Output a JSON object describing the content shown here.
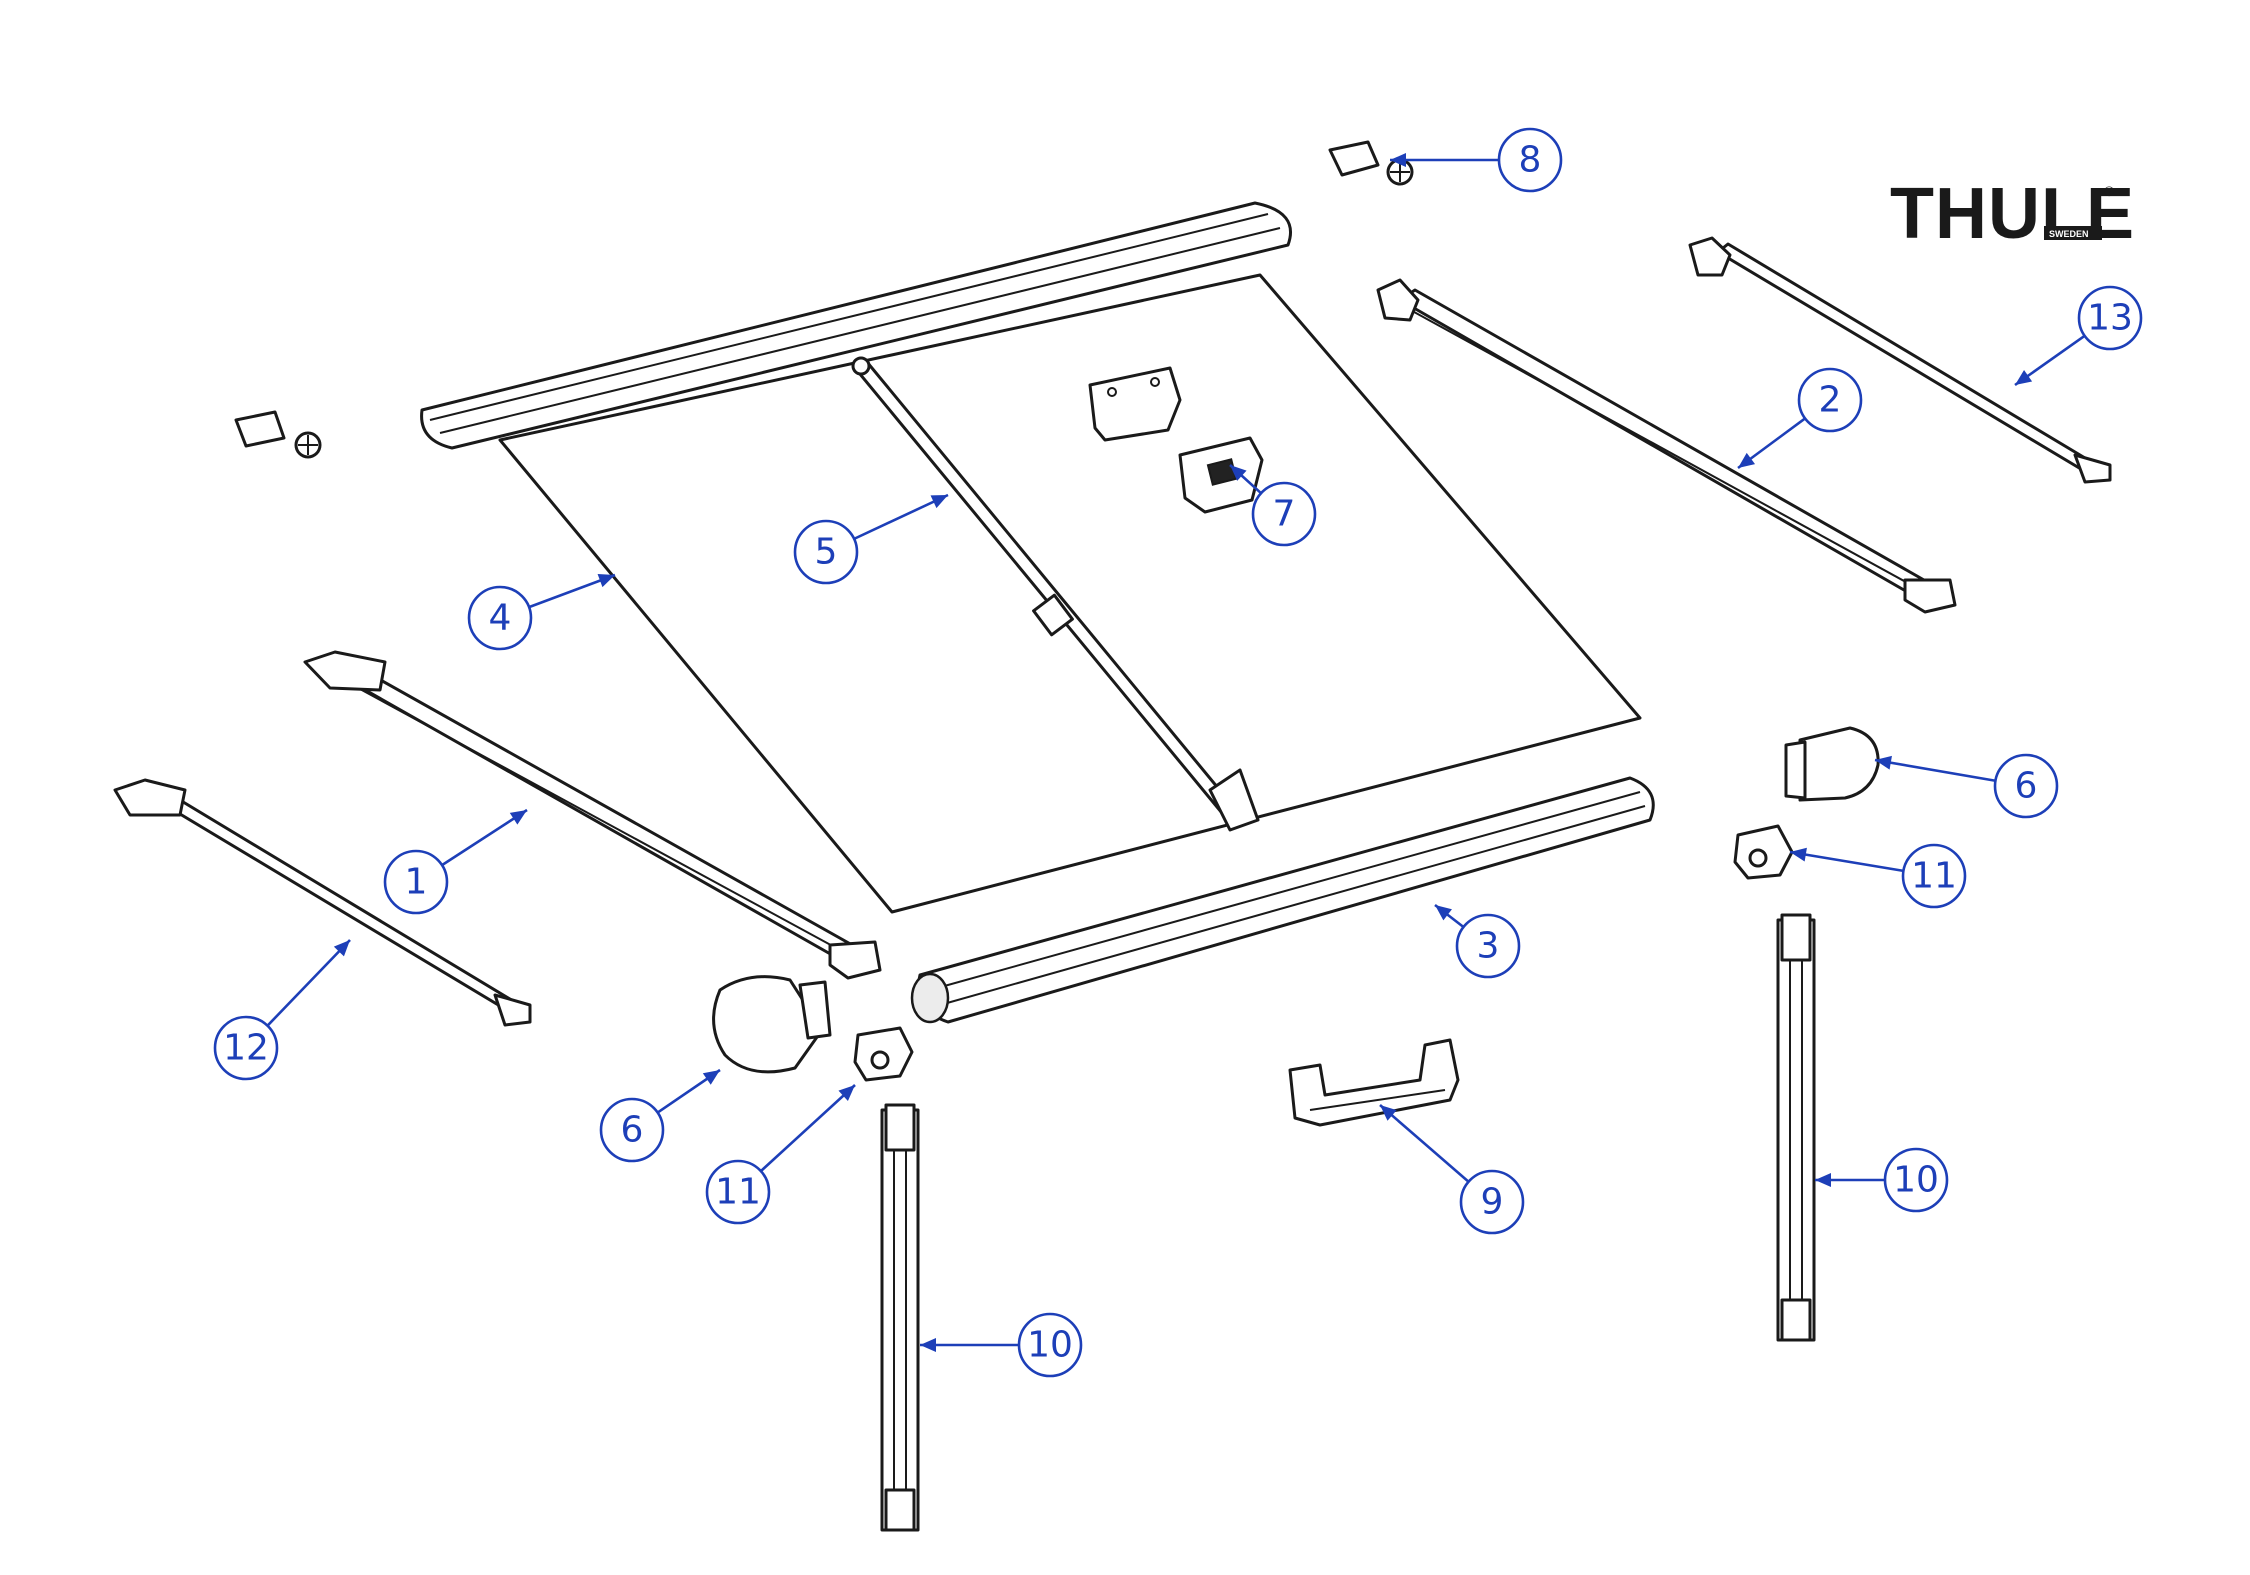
{
  "brand": {
    "name": "THULE",
    "sub": "SWEDEN",
    "reg": "®"
  },
  "colors": {
    "callout": "#1d3fb8",
    "ink": "#1a1a1a",
    "background": "#ffffff"
  },
  "callouts": [
    {
      "id": "cl-8",
      "label": "8"
    },
    {
      "id": "cl-13",
      "label": "13"
    },
    {
      "id": "cl-2",
      "label": "2"
    },
    {
      "id": "cl-7",
      "label": "7"
    },
    {
      "id": "cl-5",
      "label": "5"
    },
    {
      "id": "cl-4",
      "label": "4"
    },
    {
      "id": "cl-6r",
      "label": "6"
    },
    {
      "id": "cl-11r",
      "label": "11"
    },
    {
      "id": "cl-1",
      "label": "1"
    },
    {
      "id": "cl-3",
      "label": "3"
    },
    {
      "id": "cl-12",
      "label": "12"
    },
    {
      "id": "cl-6l",
      "label": "6"
    },
    {
      "id": "cl-11l",
      "label": "11"
    },
    {
      "id": "cl-10r",
      "label": "10"
    },
    {
      "id": "cl-9",
      "label": "9"
    },
    {
      "id": "cl-10l",
      "label": "10"
    }
  ]
}
